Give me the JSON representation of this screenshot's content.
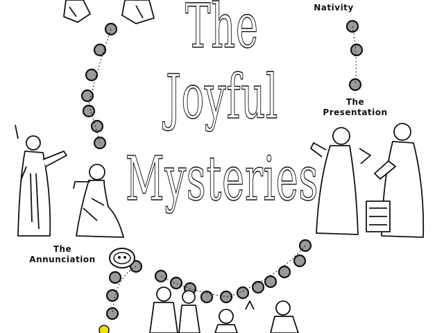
{
  "title": {
    "line1": "The",
    "line2": "Joyful",
    "line3": "Mysteries"
  },
  "captions": {
    "nativity": "Nativity",
    "presentation_1": "The",
    "presentation_2": "Presentation",
    "annunciation_1": "The",
    "annunciation_2": "Annunciation"
  },
  "colors": {
    "bead": "#9a9a9a",
    "outline": "#111111",
    "highlight": "#f2e200"
  }
}
